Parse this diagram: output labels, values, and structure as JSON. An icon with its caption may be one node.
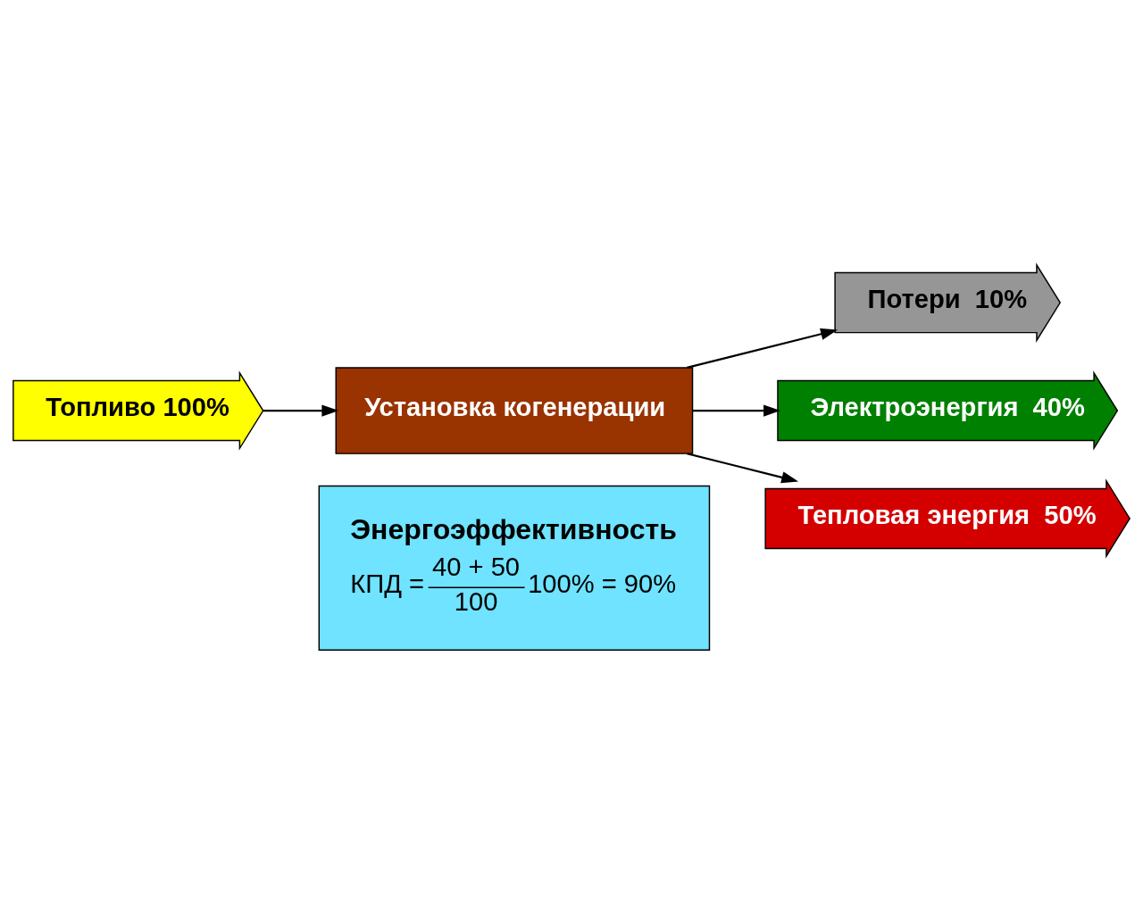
{
  "diagram": {
    "nodes": [
      {
        "text": [
          "Топливо 100%"
        ]
      },
      {
        "text": [
          "Установка когенерации"
        ]
      },
      {
        "text": [
          "Потери  10%"
        ]
      },
      {
        "text": [
          "Электроэнергия  40%"
        ]
      },
      {
        "text": [
          "Тепловая энергия  50%"
        ]
      },
      {
        "text": [
          "Энергоэффективность",
          "КПД =",
          "40 + 50",
          "100",
          "100% = 90%"
        ]
      }
    ],
    "edges": [
      {
        "from": 0,
        "to": 1,
        "arrow": "to"
      },
      {
        "from": 1,
        "to": 2,
        "arrow": "to"
      },
      {
        "from": 1,
        "to": 3,
        "arrow": "to"
      },
      {
        "from": 1,
        "to": 4,
        "arrow": "to"
      }
    ]
  }
}
